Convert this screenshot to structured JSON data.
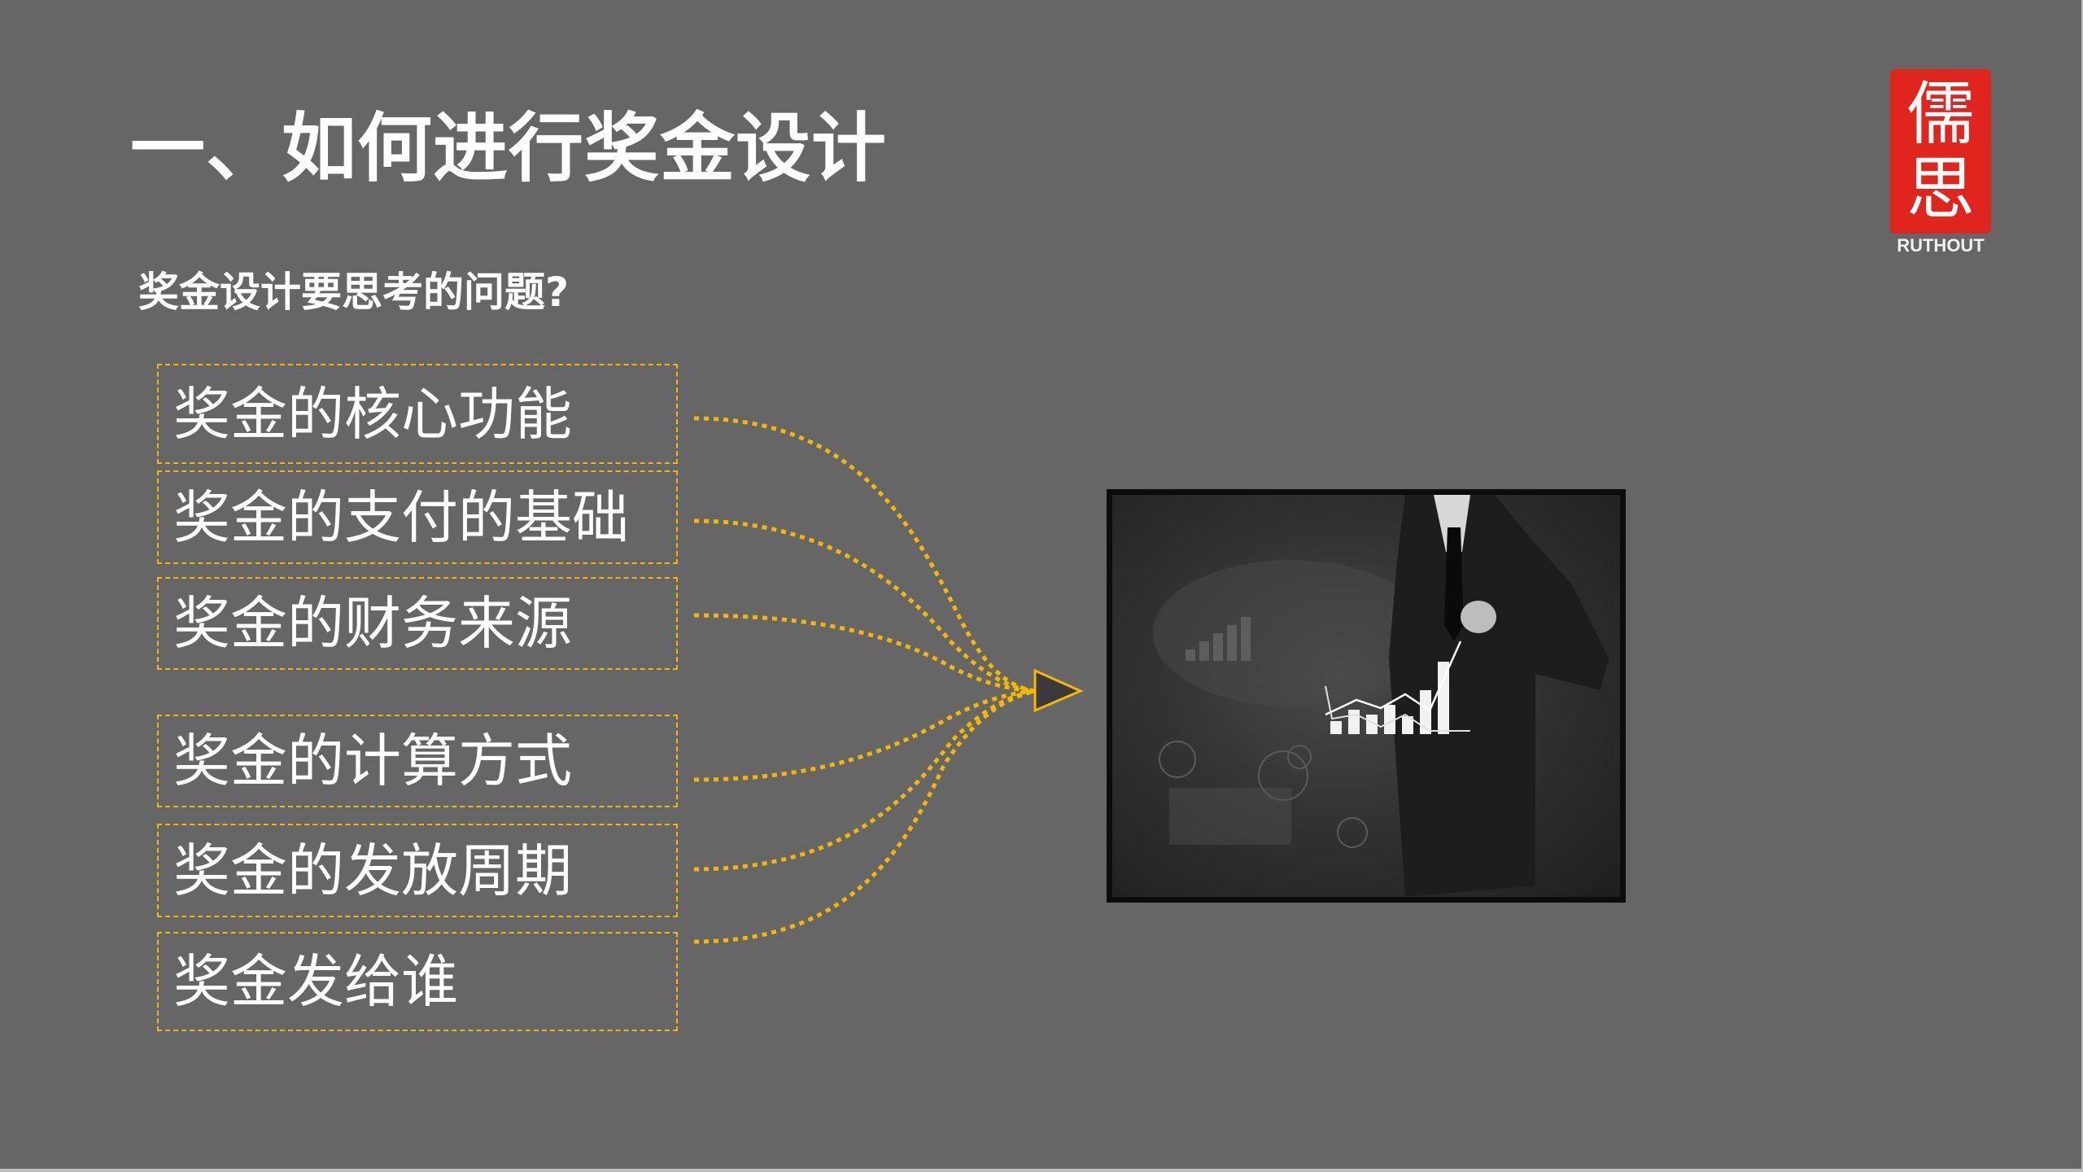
{
  "slide": {
    "title": "一、如何进行奖金设计",
    "subtitle": "奖金设计要思考的问题?",
    "background_color": "#666666",
    "accent_color": "#f5b800"
  },
  "logo": {
    "chars": [
      "儒",
      "思"
    ],
    "text": "RUTHOUT",
    "color": "#e0251f"
  },
  "items": [
    {
      "label": "奖金的核心功能"
    },
    {
      "label": "奖金的支付的基础"
    },
    {
      "label": "奖金的财务来源"
    },
    {
      "label": "奖金的计算方式"
    },
    {
      "label": "奖金的发放周期"
    },
    {
      "label": "奖金发给谁"
    }
  ],
  "diagram": {
    "connector_style": "dotted-curve",
    "arrow": "triangle-right",
    "target": "business-growth-chart-photo"
  }
}
